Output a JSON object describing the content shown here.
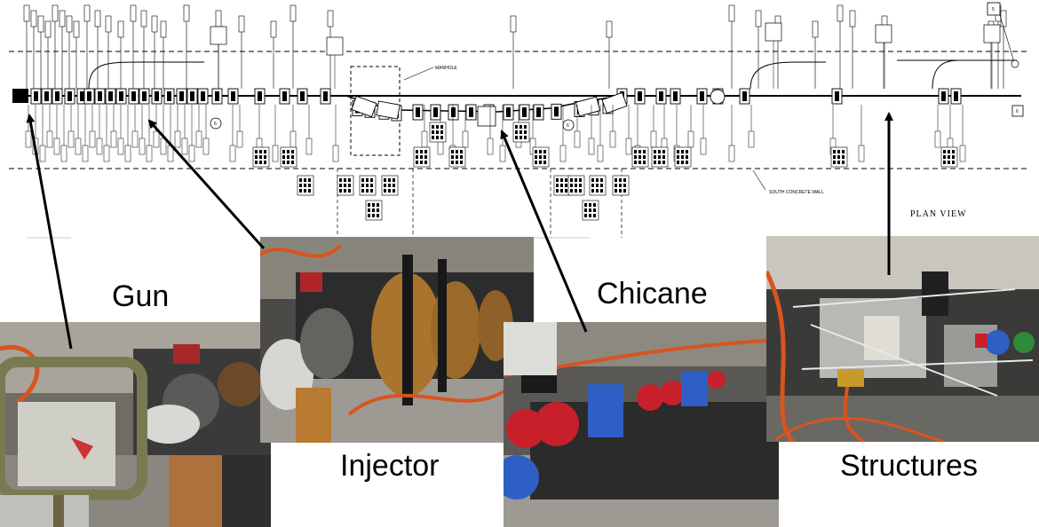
{
  "labels": {
    "manhole": "MANHOLE",
    "south_wall": "SOUTH CONCRETE WALL",
    "plan_view": "PLAN VIEW",
    "callout_6a": "6",
    "callout_6b": "6",
    "callout_6c": "6",
    "callout_5": "5"
  },
  "captions": {
    "gun": "Gun",
    "injector": "Injector",
    "chicane": "Chicane",
    "structures": "Structures"
  },
  "colors": {
    "drawing_line": "#000000",
    "photo_dark": "#2b2b2b",
    "magnet_red": "#c8202a",
    "magnet_blue": "#2f5fc4",
    "cable_orange": "#d9541e",
    "floor_gray": "#8a8a86"
  }
}
